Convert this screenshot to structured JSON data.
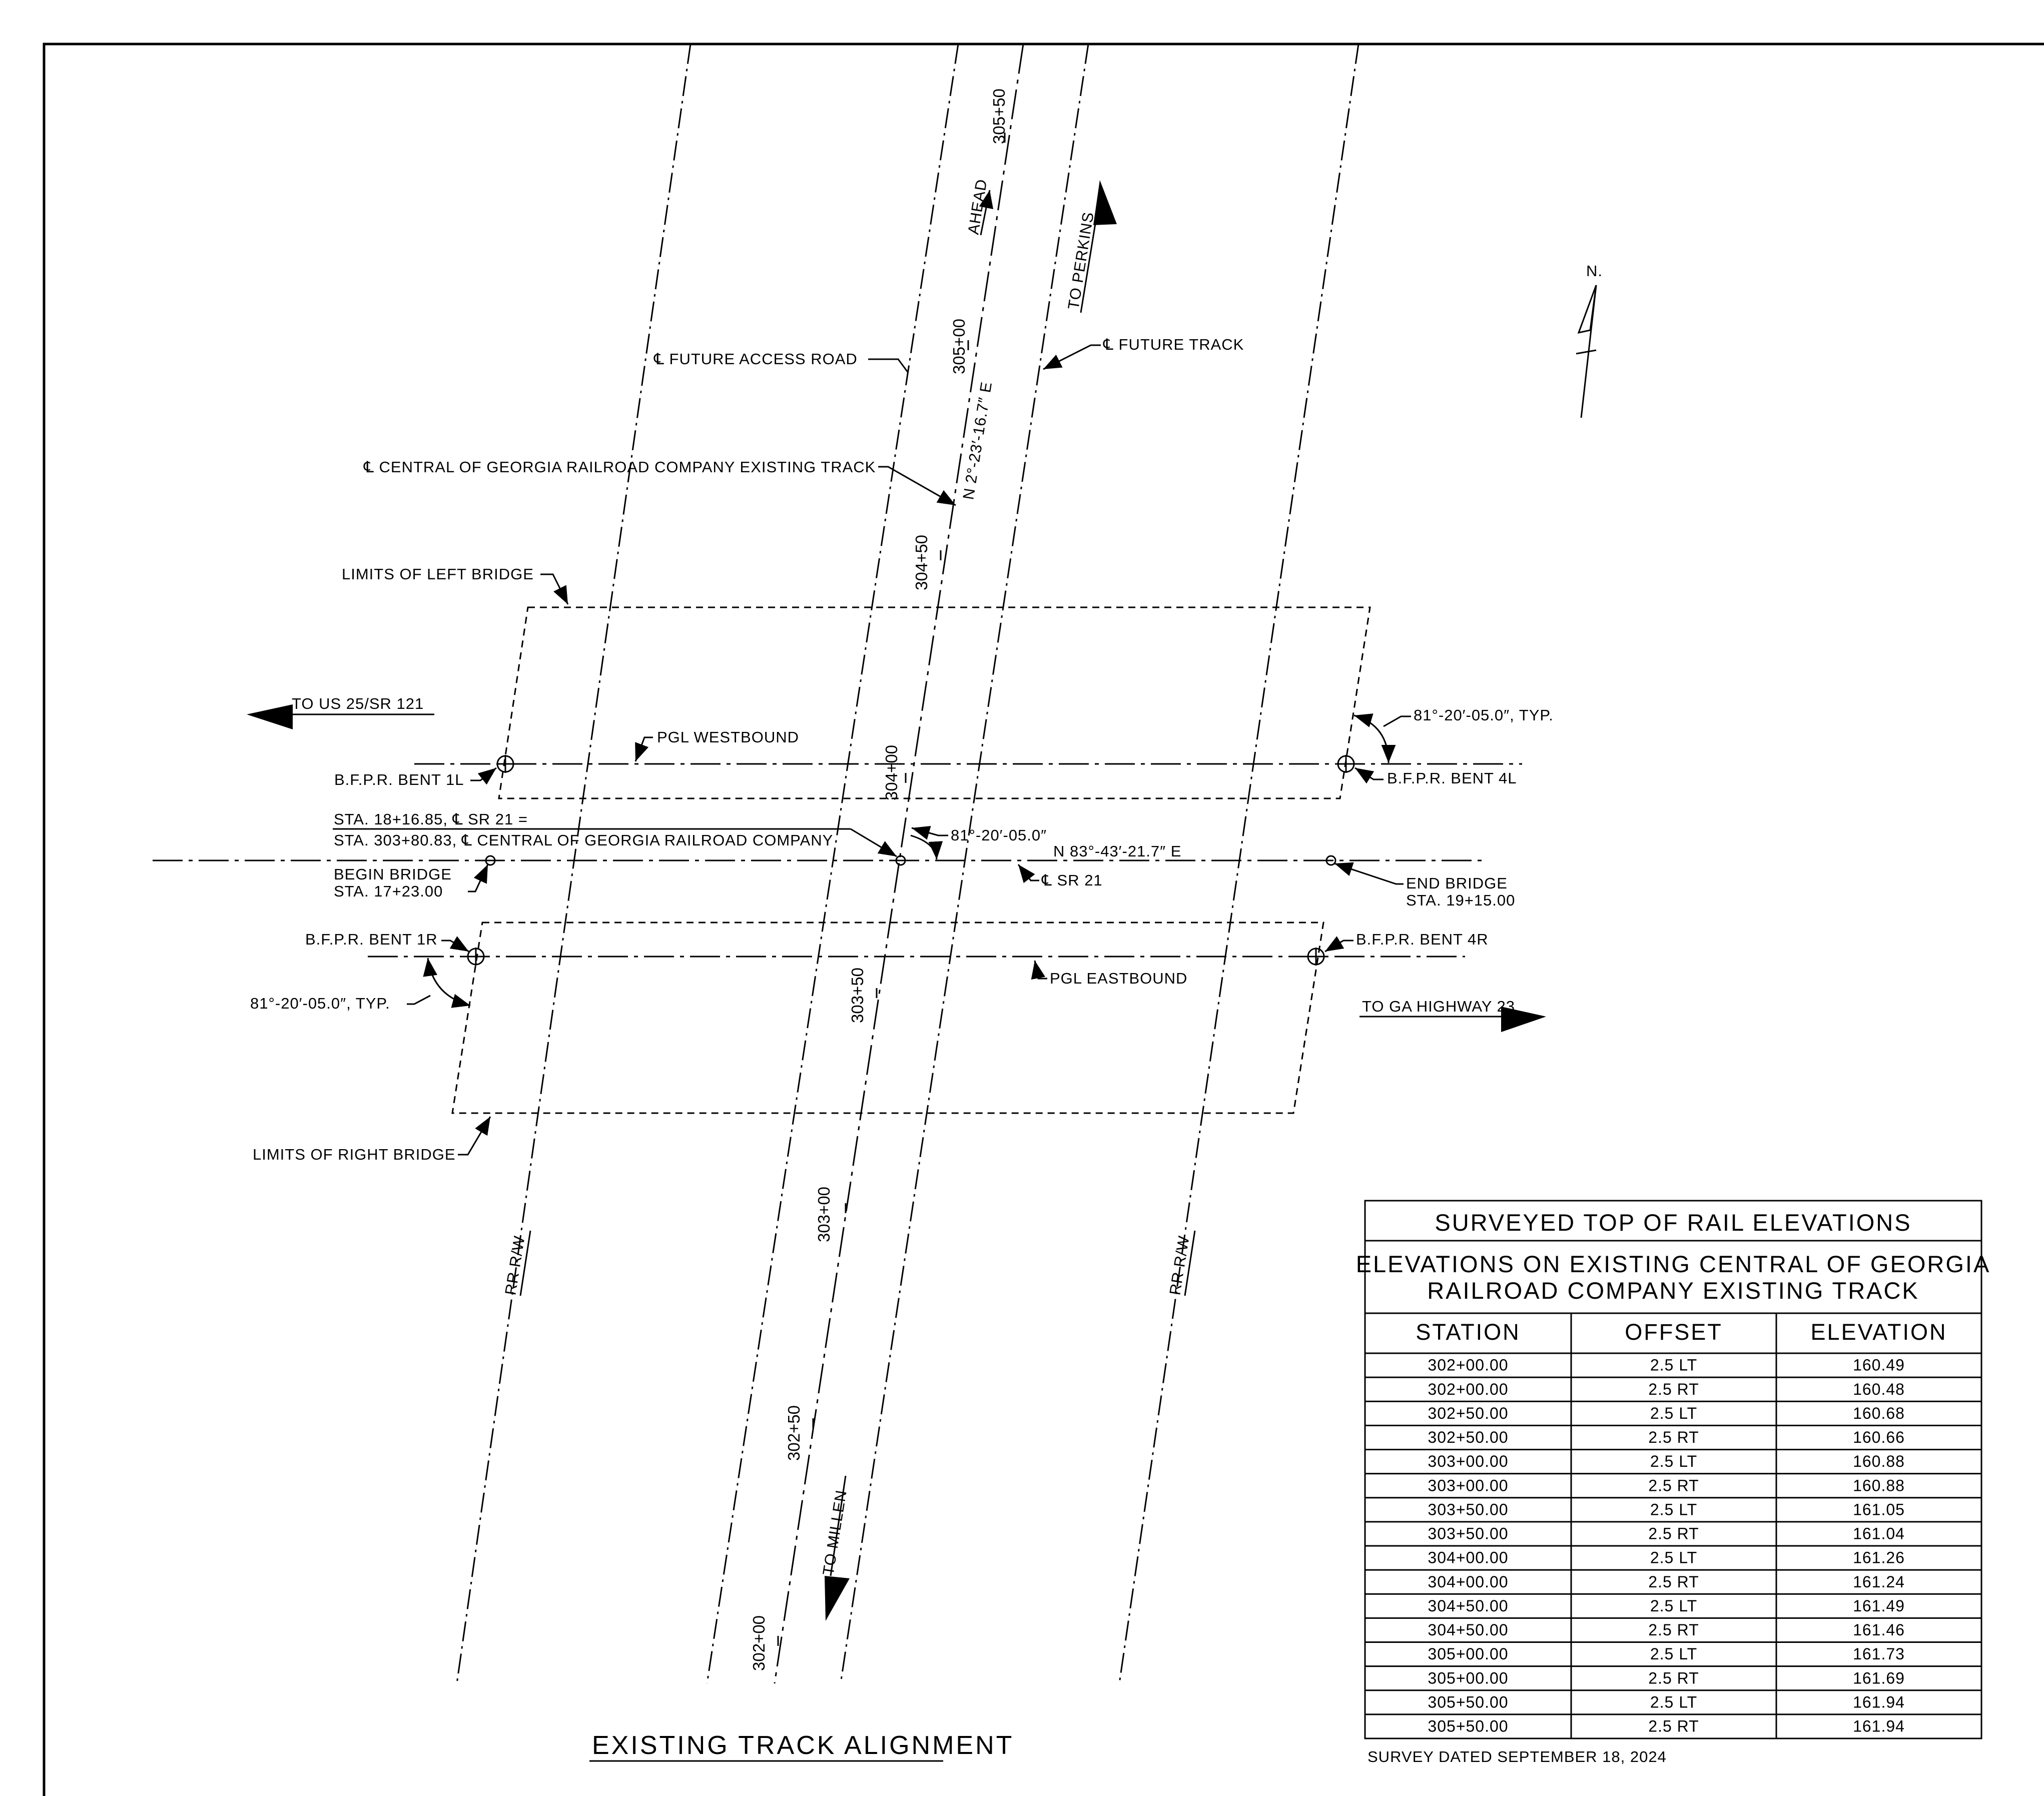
{
  "plan": {
    "title": "EXISTING TRACK ALIGNMENT",
    "north_label": "N.",
    "labels": {
      "future_access_road": "℄ FUTURE ACCESS ROAD",
      "future_track": "℄ FUTURE TRACK",
      "existing_track": "℄ CENTRAL OF GEORGIA RAILROAD COMPANY EXISTING TRACK",
      "limits_left_bridge": "LIMITS OF LEFT BRIDGE",
      "limits_right_bridge": "LIMITS OF RIGHT BRIDGE",
      "to_us25": "TO US 25/SR 121",
      "to_ga23": "TO GA HIGHWAY 23",
      "to_perkins": "TO PERKINS",
      "to_millen": "TO MILLEN",
      "ahead": "AHEAD",
      "pgl_westbound": "PGL WESTBOUND",
      "pgl_eastbound": "PGL EASTBOUND",
      "bent_1l": "B.F.P.R. BENT 1L",
      "bent_4l": "B.F.P.R. BENT 4L",
      "bent_1r": "B.F.P.R. BENT 1R",
      "bent_4r": "B.F.P.R. BENT 4R",
      "angle_typ_right": "81°-20′-05.0″, TYP.",
      "angle_typ_left": "81°-20′-05.0″, TYP.",
      "angle_center": "81°-20′-05.0″",
      "sta_line1": "STA. 18+16.85, ℄ SR 21 =",
      "sta_line2": "STA. 303+80.83, ℄ CENTRAL OF GEORGIA RAILROAD COMPANY",
      "begin_bridge_1": "BEGIN BRIDGE",
      "begin_bridge_2": "STA. 17+23.00",
      "end_bridge_1": "END BRIDGE",
      "end_bridge_2": "STA. 19+15.00",
      "cl_sr21": "℄ SR 21",
      "bearing_sr21": "N 83°-43′-21.7″ E",
      "bearing_track": "N 2°-23′-16.7″ E",
      "rr_rw_left": "RR R/W",
      "rr_rw_right": "RR R/W"
    },
    "stations": [
      "305+50",
      "305+00",
      "304+50",
      "304+00",
      "303+50",
      "303+00",
      "302+50",
      "302+00"
    ]
  },
  "table": {
    "title": "SURVEYED TOP OF RAIL ELEVATIONS",
    "subtitle_1": "ELEVATIONS ON EXISTING CENTRAL OF GEORGIA",
    "subtitle_2": "RAILROAD COMPANY EXISTING TRACK",
    "columns": [
      "STATION",
      "OFFSET",
      "ELEVATION"
    ],
    "rows": [
      [
        "302+00.00",
        "2.5 LT",
        "160.49"
      ],
      [
        "302+00.00",
        "2.5 RT",
        "160.48"
      ],
      [
        "302+50.00",
        "2.5 LT",
        "160.68"
      ],
      [
        "302+50.00",
        "2.5 RT",
        "160.66"
      ],
      [
        "303+00.00",
        "2.5 LT",
        "160.88"
      ],
      [
        "303+00.00",
        "2.5 RT",
        "160.88"
      ],
      [
        "303+50.00",
        "2.5 LT",
        "161.05"
      ],
      [
        "303+50.00",
        "2.5 RT",
        "161.04"
      ],
      [
        "304+00.00",
        "2.5 LT",
        "161.26"
      ],
      [
        "304+00.00",
        "2.5 RT",
        "161.24"
      ],
      [
        "304+50.00",
        "2.5 LT",
        "161.49"
      ],
      [
        "304+50.00",
        "2.5 RT",
        "161.46"
      ],
      [
        "305+00.00",
        "2.5 LT",
        "161.73"
      ],
      [
        "305+00.00",
        "2.5 RT",
        "161.69"
      ],
      [
        "305+50.00",
        "2.5 LT",
        "161.94"
      ],
      [
        "305+50.00",
        "2.5 RT",
        "161.94"
      ]
    ],
    "note": "SURVEY DATED SEPTEMBER 18, 2024"
  }
}
